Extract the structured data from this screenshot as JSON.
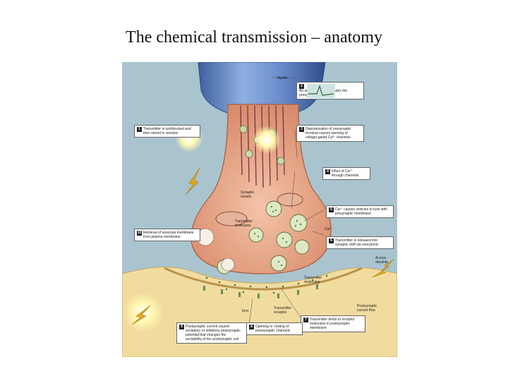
{
  "title": "The chemical transmission – anatomy",
  "labels": {
    "myelin": "Myelin",
    "synaptic_vesicle": "Synaptic vesicle",
    "transmitter_molecules": "Transmitter molecules",
    "ca": "Ca²⁺",
    "ions": "Ions",
    "transmitter_receptor": "Transmitter receptor",
    "transmitter_molecules_2": "Transmitter molecules",
    "across_dendrite": "Across dendrite",
    "postsynaptic_current_flow": "Postsynaptic current flow"
  },
  "steps": [
    {
      "num": "1",
      "text": "Transmitter is synthesized and then stored in vesicles"
    },
    {
      "num": "2",
      "text": "An action potential invades the presynaptic terminal"
    },
    {
      "num": "3",
      "text": "Depolarization of presynaptic terminal causes opening of voltage-gated Ca²⁺ channels"
    },
    {
      "num": "4",
      "text": "Influx of Ca²⁺ through channels"
    },
    {
      "num": "5",
      "text": "Ca²⁺ causes vesicles to fuse with presynaptic membrane"
    },
    {
      "num": "6",
      "text": "Transmitter is released into synaptic cleft via exocytosis"
    },
    {
      "num": "7",
      "text": "Transmitter binds to receptor molecules in postsynaptic membrane"
    },
    {
      "num": "8",
      "text": "Opening or closing of postsynaptic channels"
    },
    {
      "num": "9",
      "text": "Postsynaptic current causes excitatory or inhibitory postsynaptic potential that changes the excitability of the postsynaptic cell"
    },
    {
      "num": "10",
      "text": "Retrieval of vesicular membrane from plasma membrane"
    }
  ],
  "colors": {
    "background": "#a9c4cf",
    "myelin": "#5b7fb8",
    "terminal": "#e8a98c",
    "postsynaptic": "#f3dfa6",
    "flash": "#fff3a0"
  }
}
